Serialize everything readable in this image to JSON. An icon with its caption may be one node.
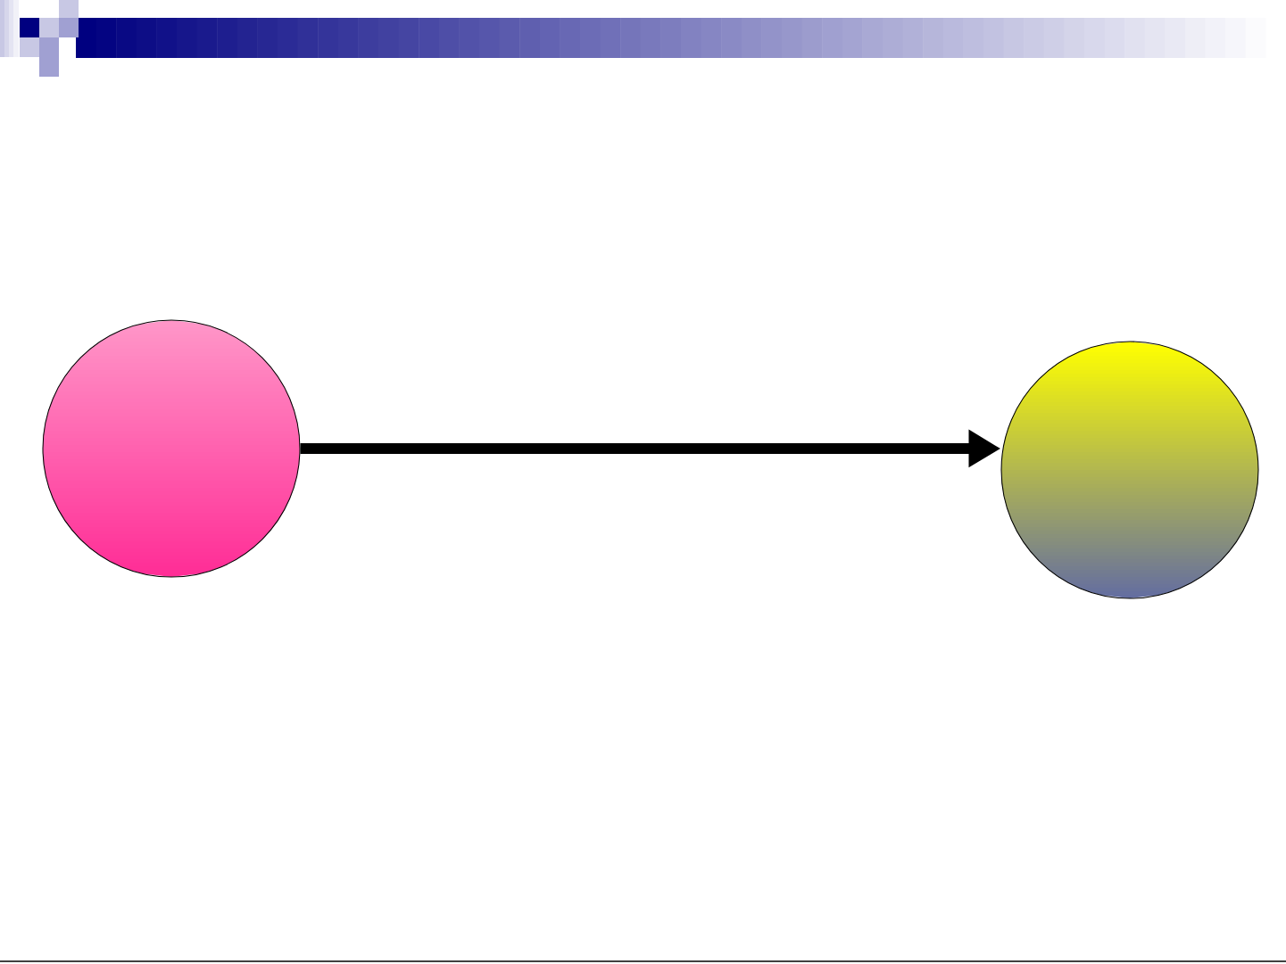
{
  "diagram": {
    "nodes": [
      {
        "text": [],
        "shape": "circle"
      },
      {
        "text": [],
        "shape": "circle"
      }
    ],
    "edges": [
      {
        "from": 0,
        "to": 1,
        "arrow": "to"
      }
    ]
  }
}
